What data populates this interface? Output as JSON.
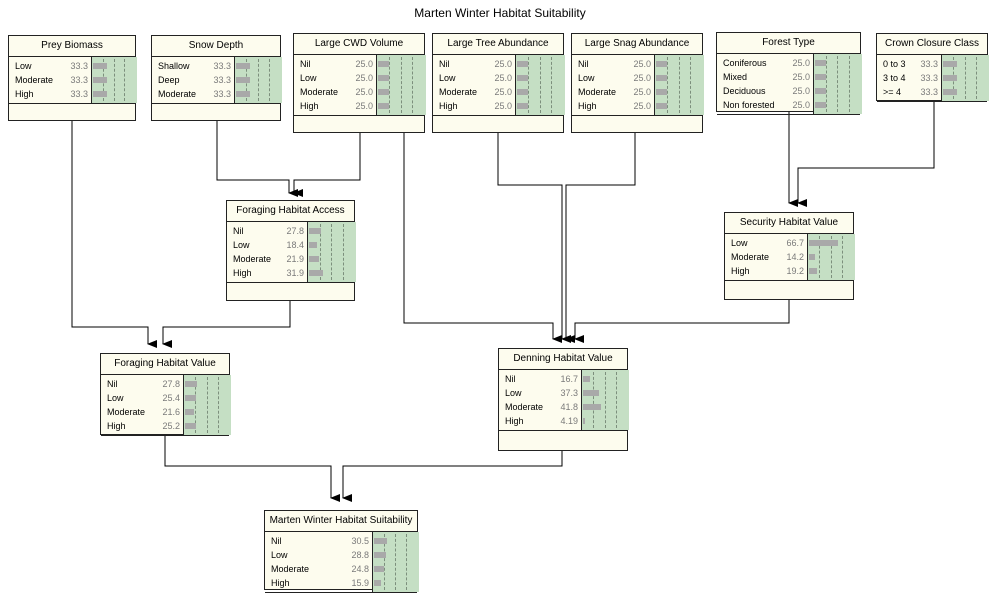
{
  "title": "Marten Winter Habitat Suitability",
  "colors": {
    "node_fill": "#fdfcee",
    "belief_fill": "#c5dfc4",
    "bar": "#a9a9a9",
    "border": "#222222"
  },
  "nodes": [
    {
      "id": "prey",
      "title": "Prey Biomass",
      "states": [
        {
          "label": "Low",
          "value": "33.3"
        },
        {
          "label": "Moderate",
          "value": "33.3"
        },
        {
          "label": "High",
          "value": "33.3"
        }
      ]
    },
    {
      "id": "snow",
      "title": "Snow Depth",
      "states": [
        {
          "label": "Shallow",
          "value": "33.3"
        },
        {
          "label": "Deep",
          "value": "33.3"
        },
        {
          "label": "Moderate",
          "value": "33.3"
        }
      ]
    },
    {
      "id": "cwd",
      "title": "Large CWD Volume",
      "states": [
        {
          "label": "Nil",
          "value": "25.0"
        },
        {
          "label": "Low",
          "value": "25.0"
        },
        {
          "label": "Moderate",
          "value": "25.0"
        },
        {
          "label": "High",
          "value": "25.0"
        }
      ]
    },
    {
      "id": "tree",
      "title": "Large Tree Abundance",
      "states": [
        {
          "label": "Nil",
          "value": "25.0"
        },
        {
          "label": "Low",
          "value": "25.0"
        },
        {
          "label": "Moderate",
          "value": "25.0"
        },
        {
          "label": "High",
          "value": "25.0"
        }
      ]
    },
    {
      "id": "snag",
      "title": "Large Snag Abundance",
      "states": [
        {
          "label": "Nil",
          "value": "25.0"
        },
        {
          "label": "Low",
          "value": "25.0"
        },
        {
          "label": "Moderate",
          "value": "25.0"
        },
        {
          "label": "High",
          "value": "25.0"
        }
      ]
    },
    {
      "id": "forest",
      "title": "Forest Type",
      "states": [
        {
          "label": "Coniferous",
          "value": "25.0"
        },
        {
          "label": "Mixed",
          "value": "25.0"
        },
        {
          "label": "Deciduous",
          "value": "25.0"
        },
        {
          "label": "Non forested",
          "value": "25.0"
        }
      ]
    },
    {
      "id": "crown",
      "title": "Crown Closure Class",
      "states": [
        {
          "label": "0 to 3",
          "value": "33.3"
        },
        {
          "label": "3 to 4",
          "value": "33.3"
        },
        {
          "label": ">= 4",
          "value": "33.3"
        }
      ]
    },
    {
      "id": "fha",
      "title": "Foraging Habitat Access",
      "states": [
        {
          "label": "Nil",
          "value": "27.8"
        },
        {
          "label": "Low",
          "value": "18.4"
        },
        {
          "label": "Moderate",
          "value": "21.9"
        },
        {
          "label": "High",
          "value": "31.9"
        }
      ]
    },
    {
      "id": "shv",
      "title": "Security Habitat Value",
      "states": [
        {
          "label": "Low",
          "value": "66.7"
        },
        {
          "label": "Moderate",
          "value": "14.2"
        },
        {
          "label": "High",
          "value": "19.2"
        }
      ]
    },
    {
      "id": "fhv",
      "title": "Foraging Habitat Value",
      "states": [
        {
          "label": "Nil",
          "value": "27.8"
        },
        {
          "label": "Low",
          "value": "25.4"
        },
        {
          "label": "Moderate",
          "value": "21.6"
        },
        {
          "label": "High",
          "value": "25.2"
        }
      ]
    },
    {
      "id": "dhv",
      "title": "Denning Habitat Value",
      "states": [
        {
          "label": "Nil",
          "value": "16.7"
        },
        {
          "label": "Low",
          "value": "37.3"
        },
        {
          "label": "Moderate",
          "value": "41.8"
        },
        {
          "label": "High",
          "value": "4.19"
        }
      ]
    },
    {
      "id": "mwhs",
      "title": "Marten Winter Habitat Suitability",
      "states": [
        {
          "label": "Nil",
          "value": "30.5"
        },
        {
          "label": "Low",
          "value": "28.8"
        },
        {
          "label": "Moderate",
          "value": "24.8"
        },
        {
          "label": "High",
          "value": "15.9"
        }
      ]
    }
  ]
}
